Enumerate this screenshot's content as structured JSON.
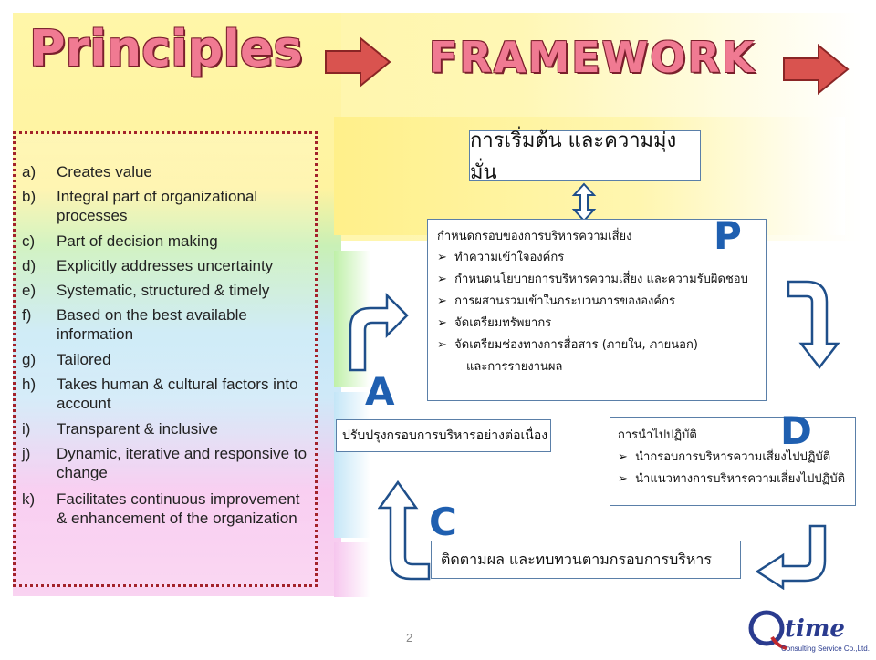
{
  "colors": {
    "title_fill": "#f07a92",
    "title_outline": "#7a1f2c",
    "arrow_red": "#d9534f",
    "flow_blue": "#1f5fb0",
    "box_border": "#5a7fa8"
  },
  "header": {
    "principles": "Principles",
    "framework": "FRAMEWORK"
  },
  "principles": [
    {
      "key": "a)",
      "text": "Creates value"
    },
    {
      "key": "b)",
      "text": "Integral part of organizational processes"
    },
    {
      "key": "c)",
      "text": "Part of decision making"
    },
    {
      "key": "d)",
      "text": "Explicitly addresses uncertainty"
    },
    {
      "key": "e)",
      "text": "Systematic, structured & timely"
    },
    {
      "key": "f)",
      "text": "Based on the best available information"
    },
    {
      "key": "g)",
      "text": "Tailored"
    },
    {
      "key": "h)",
      "text": "Takes human & cultural factors into account"
    },
    {
      "key": "i)",
      "text": "Transparent & inclusive"
    },
    {
      "key": "j)",
      "text": "Dynamic, iterative and responsive to change"
    },
    {
      "key": "k)",
      "text": "Facilitates continuous improvement & enhancement of the organization"
    }
  ],
  "framework": {
    "mandate": "การเริ่มต้น และความมุ่งมั่น",
    "plan": {
      "letter": "P",
      "heading": "กำหนดกรอบของการบริหารความเสี่ยง",
      "bullets": [
        "ทำความเข้าใจองค์กร",
        "กำหนดนโยบายการบริหารความเสี่ยง และความรับผิดชอบ",
        "การผสานรวมเข้าในกระบวนการขององค์กร",
        "จัดเตรียมทรัพยากร",
        "จัดเตรียมช่องทางการสื่อสาร (ภายใน, ภายนอก)"
      ],
      "continuation": "และการรายงานผล"
    },
    "do": {
      "letter": "D",
      "heading": "การนำไปปฏิบัติ",
      "bullets": [
        "นำกรอบการบริหารความเสี่ยงไปปฏิบัติ",
        "นำแนวทางการบริหารความเสี่ยงไปปฏิบัติ"
      ]
    },
    "check": {
      "letter": "C",
      "text": "ติดตามผล และทบทวนตามกรอบการบริหาร"
    },
    "act": {
      "letter": "A",
      "text": "ปรับปรุงกรอบการบริหารอย่างต่อเนื่อง"
    }
  },
  "page_number": "2",
  "logo": {
    "name": "Qtime",
    "tagline": "Consulting Service Co.,Ltd."
  }
}
